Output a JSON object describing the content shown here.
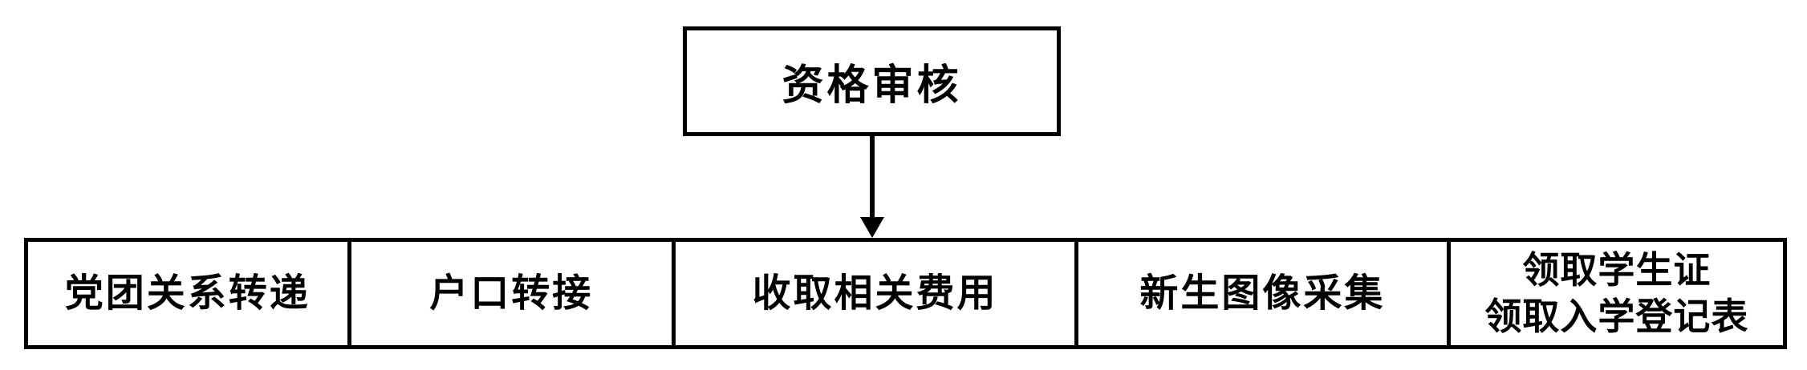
{
  "diagram": {
    "type": "flowchart",
    "top_box": {
      "label": "资格审核"
    },
    "connector": {
      "kind": "down-arrow"
    },
    "bottom_cells": [
      {
        "label": "党团关系转递"
      },
      {
        "label": "户口转接"
      },
      {
        "label": "收取相关费用"
      },
      {
        "label": "新生图像采集"
      },
      {
        "label": "领取学生证\n领取入学登记表"
      }
    ],
    "colors": {
      "line": "#000000",
      "text": "#000000",
      "background": "#ffffff"
    }
  }
}
